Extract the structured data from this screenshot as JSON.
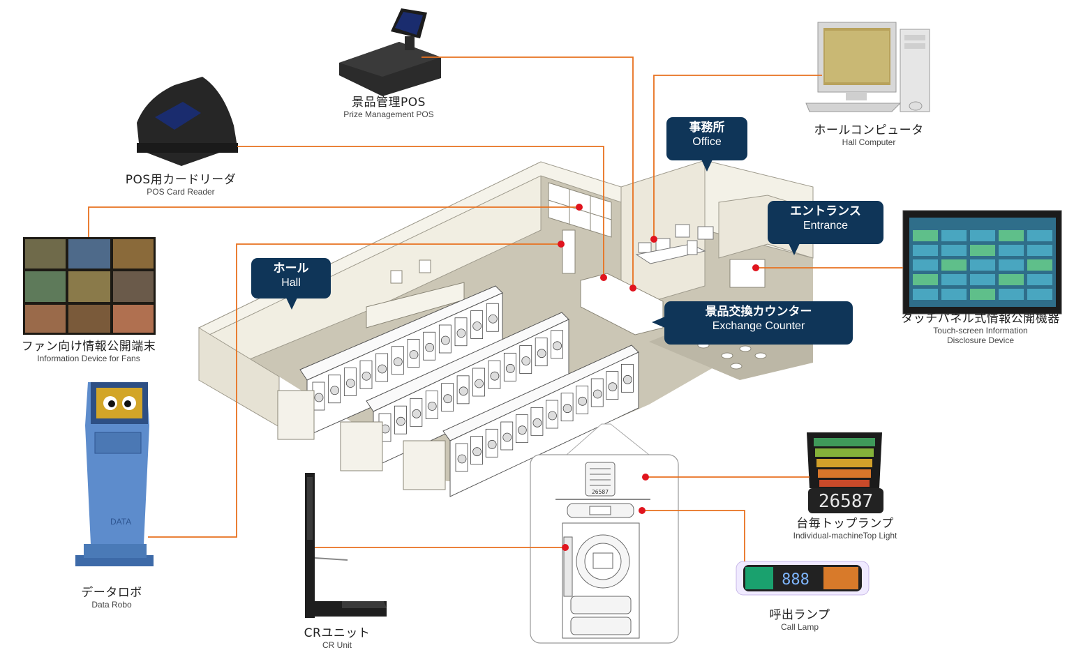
{
  "labels": {
    "prize_pos": {
      "jp": "景品管理POS",
      "en": "Prize Management POS"
    },
    "card_reader": {
      "jp": "POS用カードリーダ",
      "en": "POS Card Reader"
    },
    "hall_computer": {
      "jp": "ホールコンピュータ",
      "en": "Hall Computer"
    },
    "fan_device": {
      "jp": "ファン向け情報公開端末",
      "en": "Information Device for Fans"
    },
    "touch_panel": {
      "jp": "タッチパネル式情報公開機器",
      "en": "Touch-screen Information",
      "en2": "Disclosure Device"
    },
    "data_robo": {
      "jp": "データロボ",
      "en": "Data Robo"
    },
    "cr_unit": {
      "jp": "CRユニット",
      "en": "CR Unit"
    },
    "top_light": {
      "jp": "台毎トップランプ",
      "en": "Individual-machineTop Light"
    },
    "call_lamp": {
      "jp": "呼出ランプ",
      "en": "Call Lamp"
    }
  },
  "bubbles": {
    "hall": {
      "jp": "ホール",
      "en": "Hall"
    },
    "office": {
      "jp": "事務所",
      "en": "Office"
    },
    "entrance": {
      "jp": "エントランス",
      "en": "Entrance"
    },
    "exchange": {
      "jp": "景品交換カウンター",
      "en": "Exchange Counter"
    }
  },
  "devices": {
    "data_robo_brand": "DATA",
    "top_light_counter": "26587",
    "call_lamp_counter": "888",
    "machine_counter": "26587"
  },
  "colors": {
    "connector": "#e8711f",
    "dot": "#e0141e",
    "bubble": "#0f3558",
    "wall": "#efece0",
    "floor": "#c9c4b4"
  }
}
